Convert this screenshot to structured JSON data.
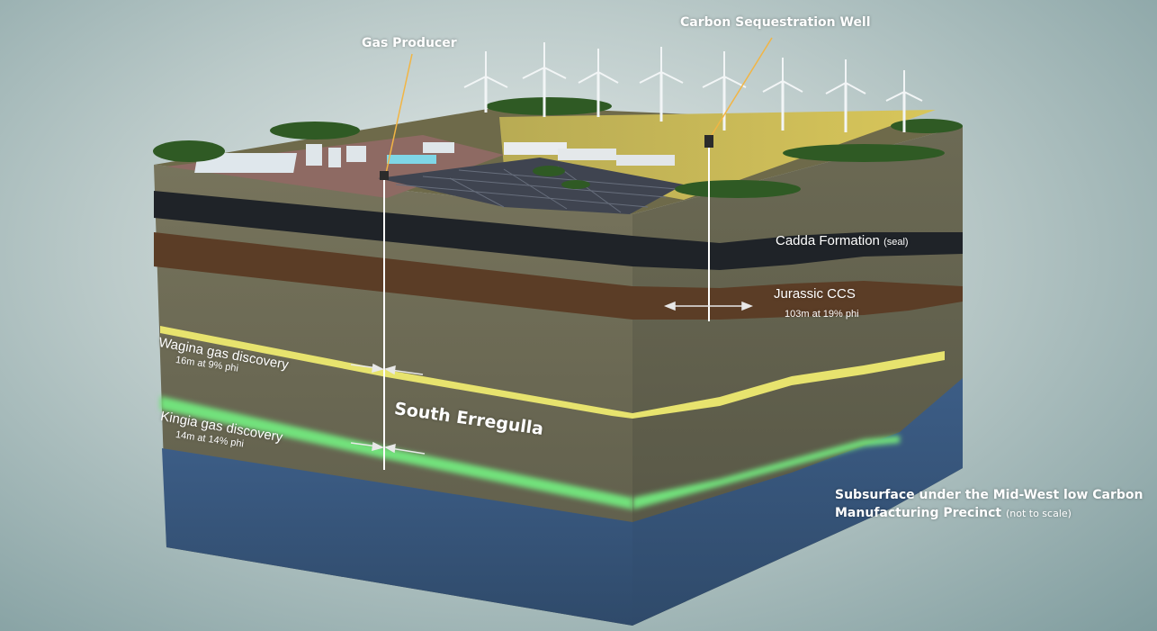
{
  "labels": {
    "gas_producer": "Gas Producer",
    "carbon_sequestration_well": "Carbon Sequestration Well",
    "cadda_formation": "Cadda Formation",
    "cadda_formation_note": "(seal)",
    "jurassic_ccs": "Jurassic CCS",
    "jurassic_ccs_detail": "103m at 19% phi",
    "wagina_gas_discovery": "Wagina gas discovery",
    "wagina_detail": "16m at 9% phi",
    "kingia_gas_discovery": "Kingia gas discovery",
    "kingia_detail": "14m at 14% phi",
    "field_name": "South Erregulla",
    "caption_line1": "Subsurface under the Mid-West low Carbon",
    "caption_line2": "Manufacturing Precinct",
    "caption_note": "(not to scale)"
  },
  "colors": {
    "cadda_seal": "#1f2328",
    "jurassic_ccs": "#5b3d26",
    "wagina_gas": "#e7e36e",
    "kingia_gas": "#72e27c",
    "basement": "#3d5d86",
    "rock": "#6b6953",
    "field": "#c9b549",
    "grass": "#3e6a2d"
  }
}
